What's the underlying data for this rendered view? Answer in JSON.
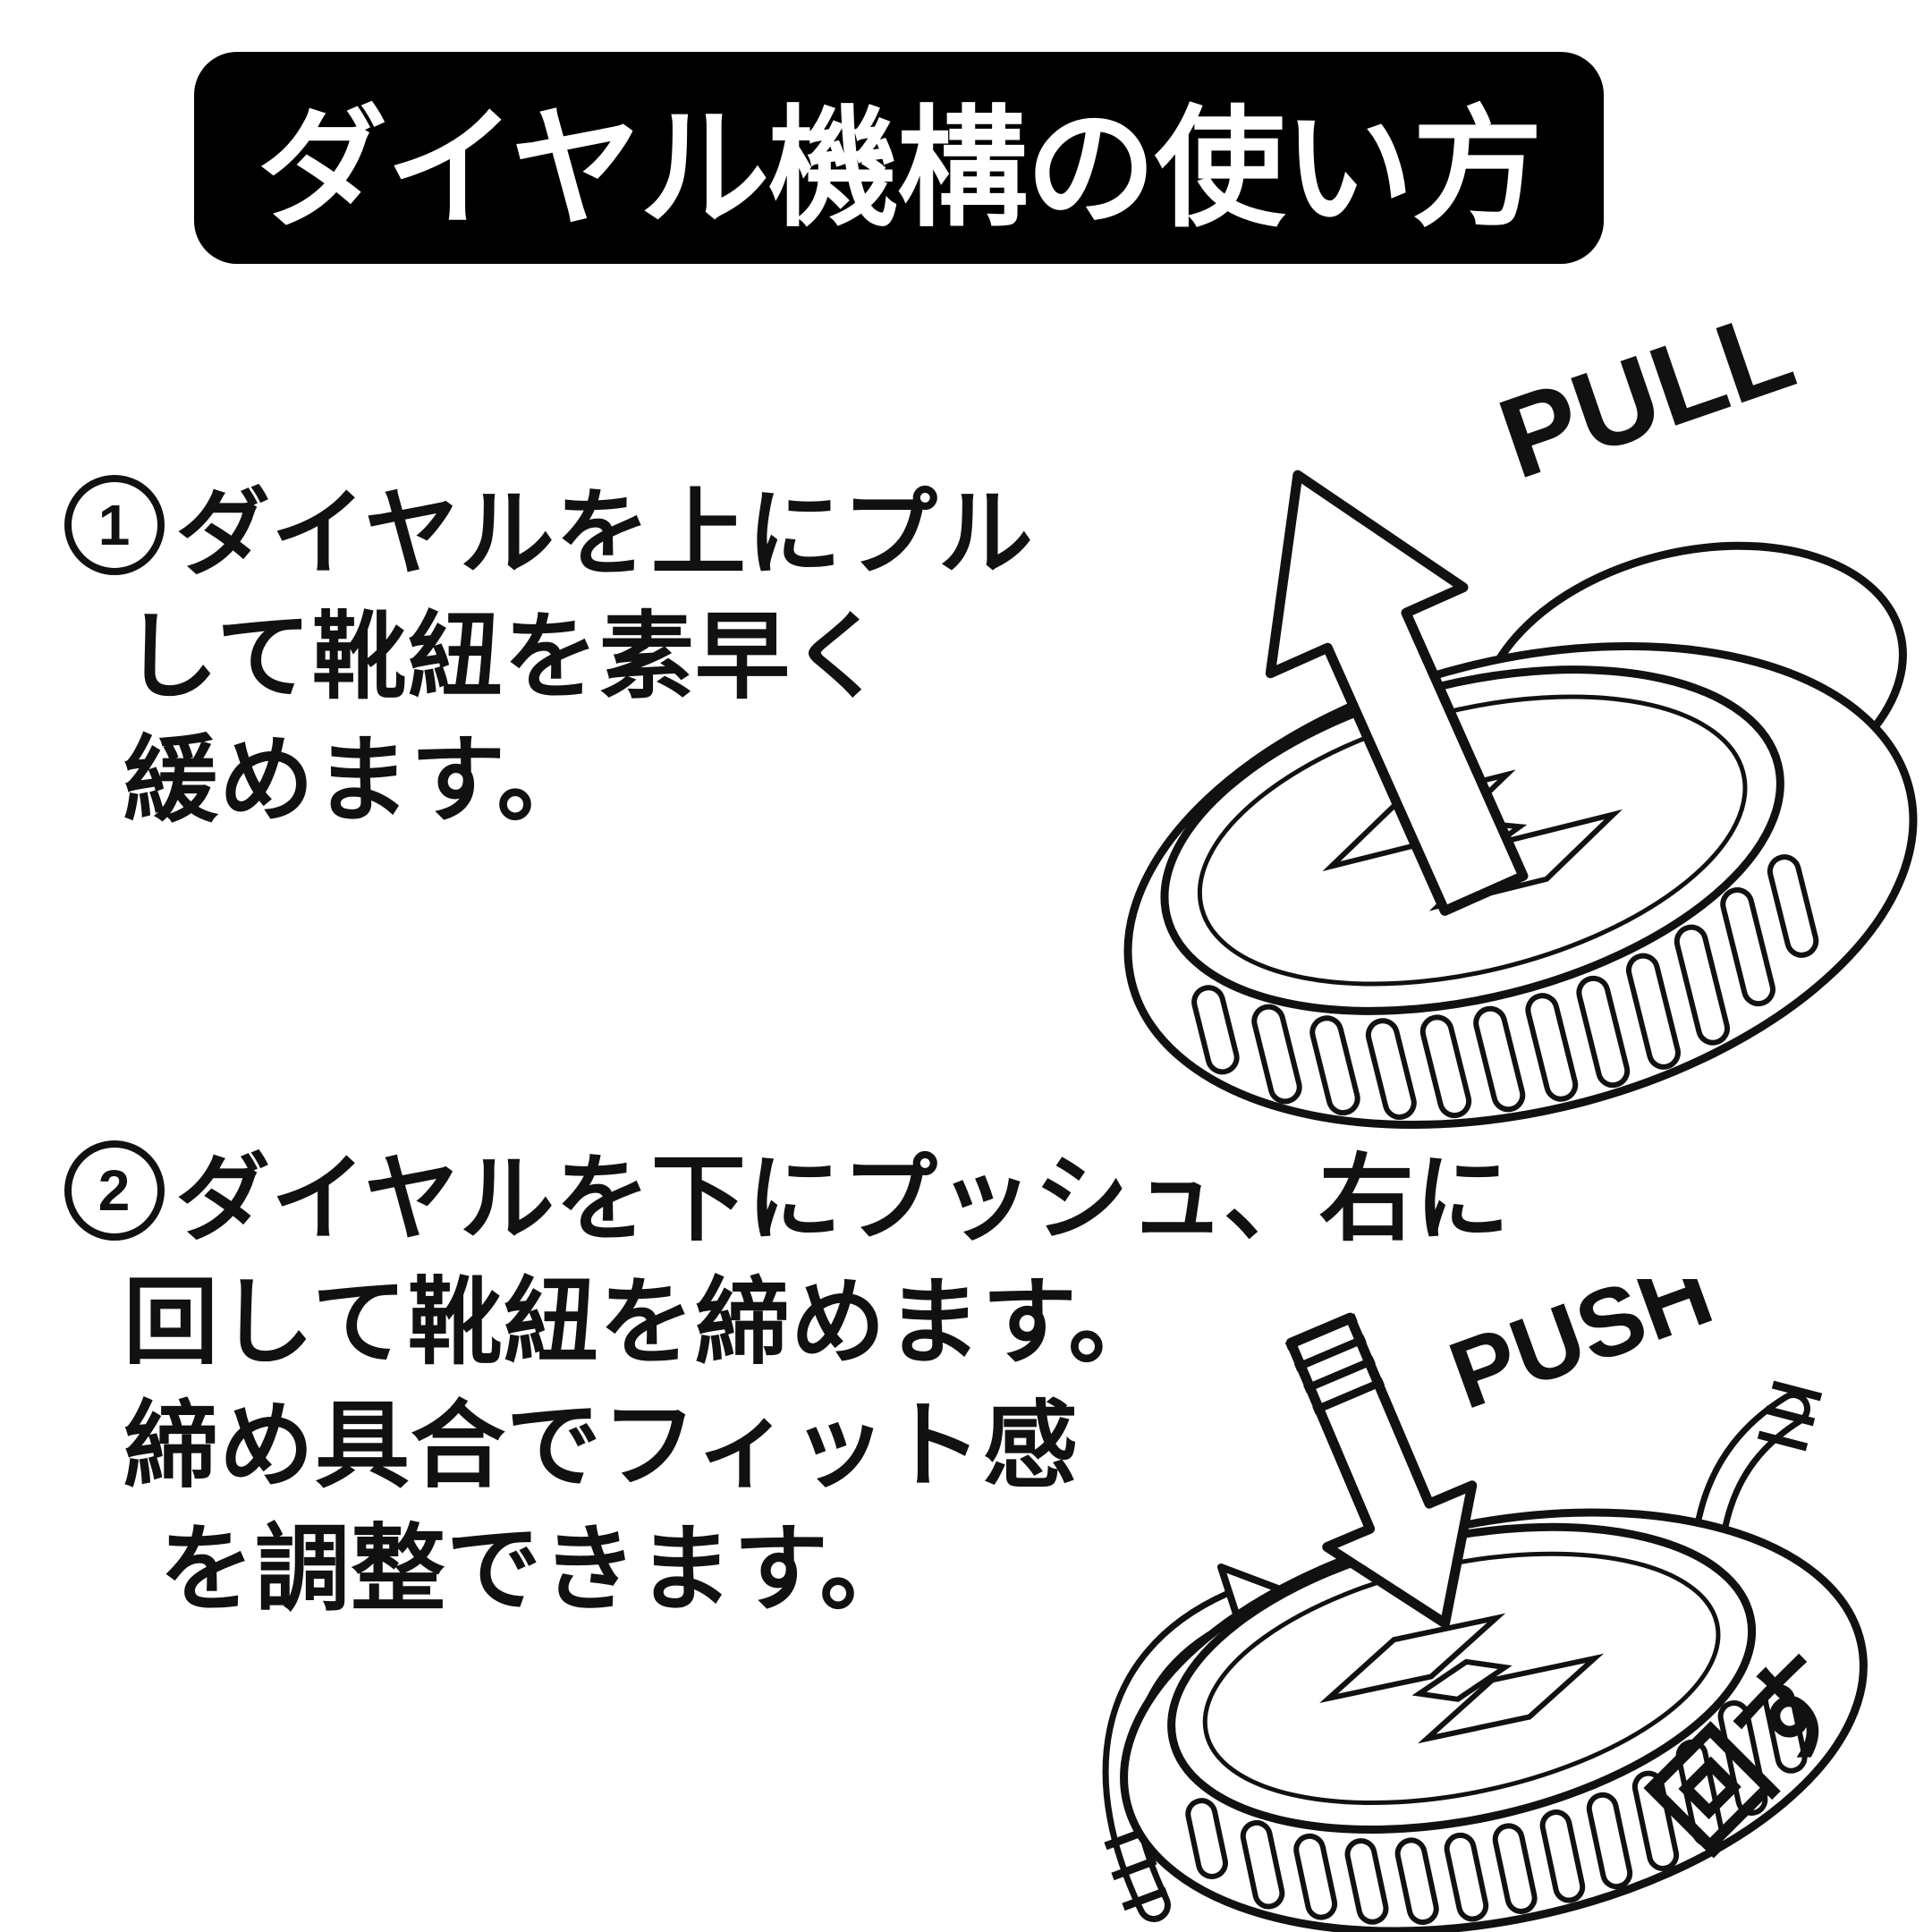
{
  "title": "ダイヤル機構の使い方",
  "steps": [
    {
      "number": "1",
      "lines": [
        "ダイヤルを上にプル",
        "して靴紐を素早く",
        "緩めます。"
      ]
    },
    {
      "number": "2",
      "lines": [
        "ダイヤルを下にプッシュ、右に",
        "回して靴紐を締めます。",
        "締め具合でフィット感",
        "を調整できます。"
      ]
    }
  ],
  "illustration_pull": {
    "label": "PULL"
  },
  "illustration_push": {
    "label": "PUSH",
    "turn_label": "回す"
  },
  "colors": {
    "ink": "#111111",
    "banner_bg": "#000000",
    "banner_text": "#ffffff",
    "background": "#ffffff"
  }
}
